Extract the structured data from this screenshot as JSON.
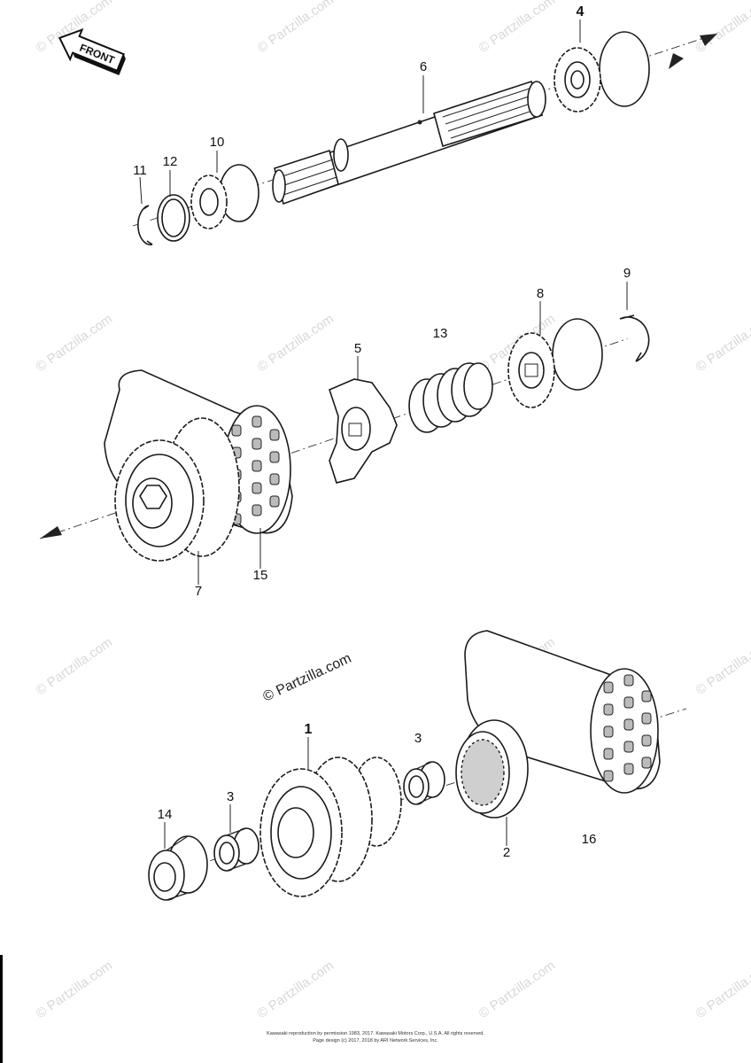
{
  "diagram": {
    "front_label": "FRONT",
    "center_watermark": "© Partzilla.com",
    "watermark_text": "© Partzilla.com",
    "copyright_line1": "Kawasaki reproduction by permission 1983, 2017. Kawasaki Motors Corp., U.S.A. All rights reserved.",
    "copyright_line2": "Page design (c) 2017, 2018 by ARI Network Services, Inc.",
    "callouts": {
      "c1": "1",
      "c2": "2",
      "c3a": "3",
      "c3b": "3",
      "c4": "4",
      "c5": "5",
      "c6": "6",
      "c7": "7",
      "c8": "8",
      "c9": "9",
      "c10": "10",
      "c11": "11",
      "c12": "12",
      "c13": "13",
      "c14": "14",
      "c15": "15",
      "c16": "16"
    }
  }
}
